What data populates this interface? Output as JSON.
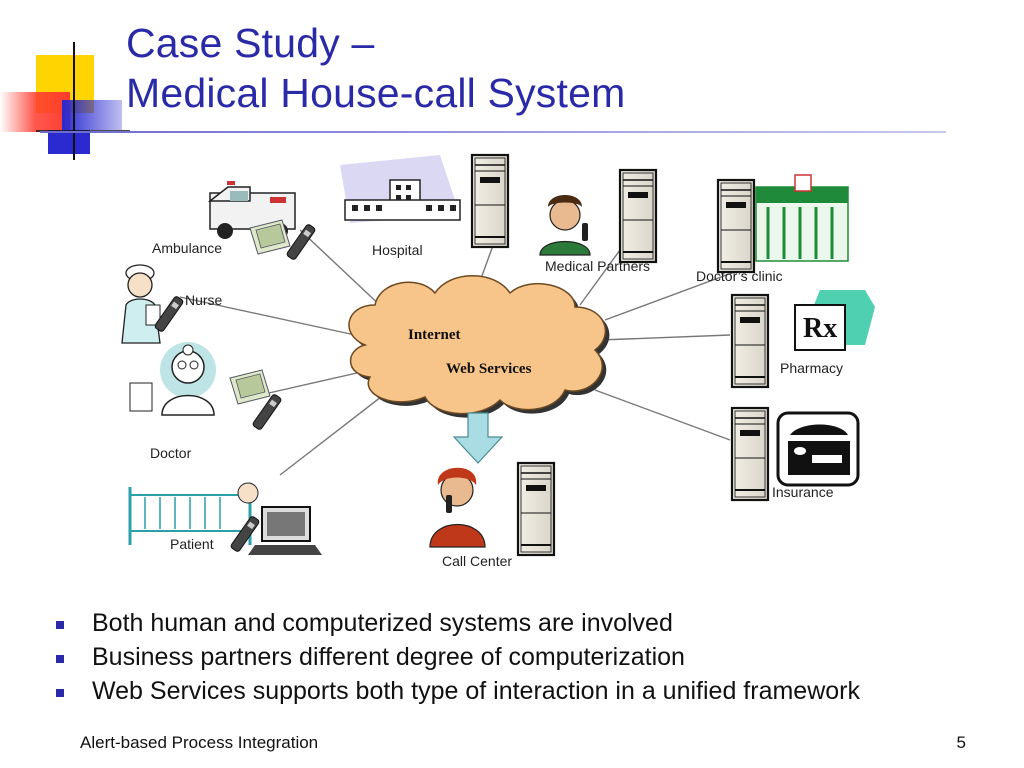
{
  "slide": {
    "title_line1": "Case Study –",
    "title_line2": "Medical House-call System"
  },
  "diagram": {
    "cloud": {
      "label_top": "Internet",
      "label_bottom": "Web Services"
    },
    "nodes": {
      "ambulance": "Ambulance",
      "hospital": "Hospital",
      "medical_partners": "Medical Partners",
      "doctors_clinic": "Doctor’s clinic",
      "nurse": "Nurse",
      "pharmacy": "Pharmacy",
      "doctor": "Doctor",
      "insurance": "Insurance",
      "patient": "Patient",
      "call_center": "Call Center"
    },
    "pharmacy_sign": "Rx"
  },
  "bullets": [
    "Both human and computerized systems are involved",
    "Business partners different degree of computerization",
    "Web Services supports both type of interaction in a unified framework"
  ],
  "footer": {
    "left": "Alert-based Process Integration",
    "page_number": "5"
  },
  "colors": {
    "title": "#2a2aa8",
    "bullet": "#2a2aa8",
    "cloud_fill": "#f7c48a",
    "arrow": "#a9dde3",
    "deco_yellow": "#ffd400",
    "deco_red": "#ff3b2f",
    "deco_blue": "#2a2ad0"
  }
}
